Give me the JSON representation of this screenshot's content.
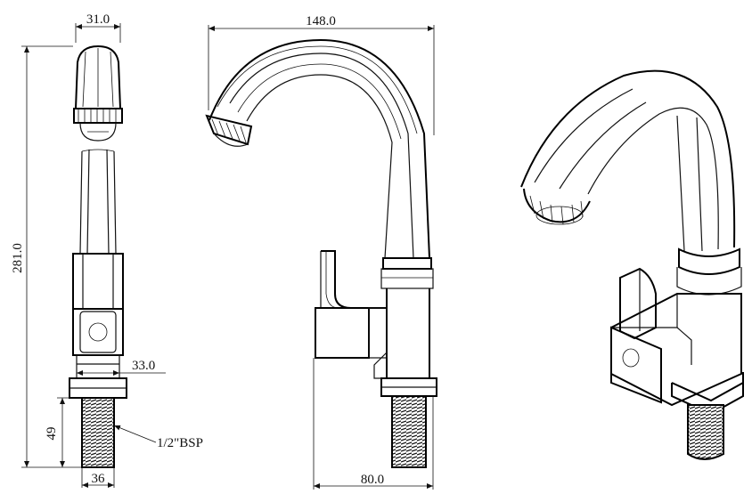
{
  "front_view": {
    "top_width": "31.0",
    "total_height": "281.0",
    "base_width": "33.0",
    "thread_height": "49",
    "thread_width": "36",
    "thread_callout": "1/2\"BSP"
  },
  "side_view": {
    "spout_reach": "148.0",
    "base_depth": "80.0"
  },
  "colors": {
    "line": "#111111",
    "background": "#ffffff"
  }
}
